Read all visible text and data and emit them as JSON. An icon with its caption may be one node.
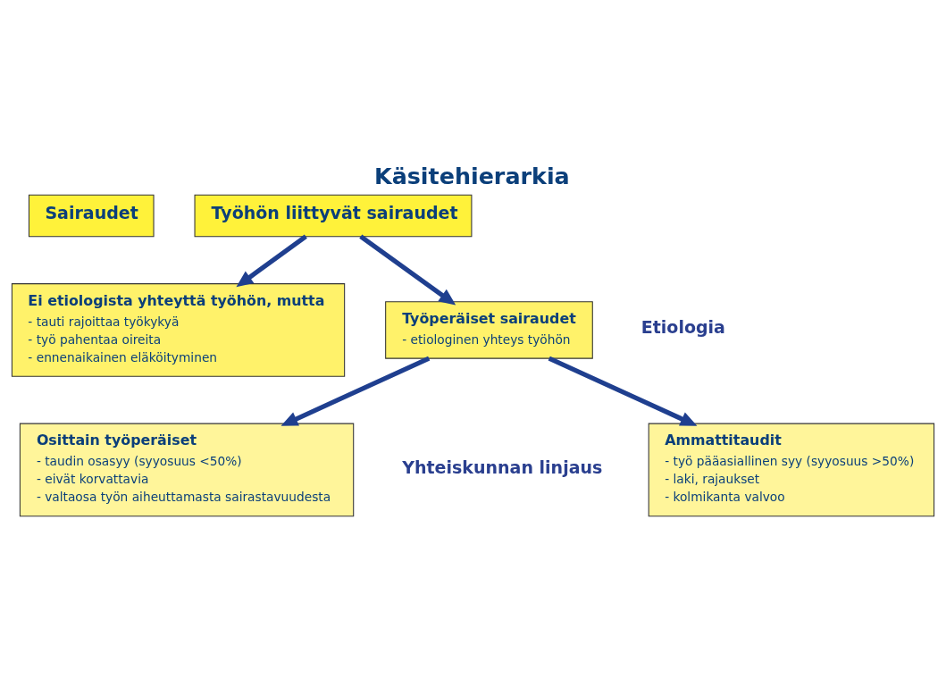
{
  "diagram": {
    "title": "Käsitehierarkia",
    "nodes": [
      {
        "text": [
          "Sairaudet"
        ]
      },
      {
        "text": [
          "Työhön liittyvät sairaudet"
        ]
      },
      {
        "text": [
          "Ei etiologista yhteyttä työhön, mutta",
          "- tauti rajoittaa työkykyä",
          "- työ pahentaa oireita",
          "- ennenaikainen eläköityminen"
        ]
      },
      {
        "text": [
          "Työperäiset sairaudet",
          "- etiologinen yhteys työhön"
        ]
      },
      {
        "text": [
          "Ammattitaudit",
          "- työ pääasiallinen syy (syyosuus >50%)",
          "- laki, rajaukset",
          "- kolmikanta valvoo"
        ]
      },
      {
        "text": [
          "Osittain työperäiset",
          "- taudin osasyy (syyosuus <50%)",
          "- eivät korvattavia",
          "- valtaosa työn aiheuttamasta sairastavuudesta"
        ]
      }
    ],
    "edges": [
      {
        "from": 1,
        "to": 2,
        "arrow": "to"
      },
      {
        "from": 1,
        "to": 3,
        "arrow": "to"
      },
      {
        "from": 3,
        "to": 4,
        "arrow": "to"
      },
      {
        "from": 3,
        "to": 5,
        "arrow": "to"
      }
    ],
    "labels": [
      "Etiologia",
      "Yhteiskunnan linjaus"
    ]
  }
}
